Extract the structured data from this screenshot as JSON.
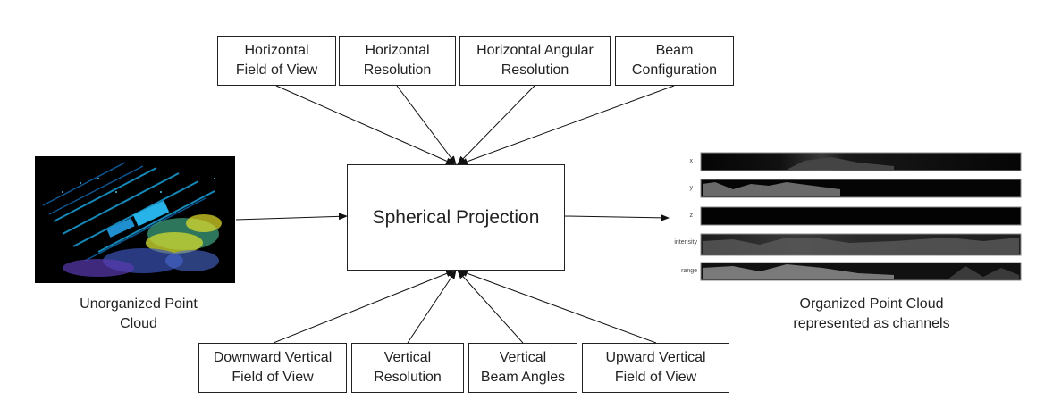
{
  "top_params": [
    {
      "id": "hfov",
      "lines": [
        "Horizontal",
        "Field of View"
      ]
    },
    {
      "id": "hres",
      "lines": [
        "Horizontal",
        "Resolution"
      ]
    },
    {
      "id": "hang",
      "lines": [
        "Horizontal Angular",
        "Resolution"
      ]
    },
    {
      "id": "beam",
      "lines": [
        "Beam",
        "Configuration"
      ]
    }
  ],
  "bottom_params": [
    {
      "id": "dvfov",
      "lines": [
        "Downward Vertical",
        "Field of View"
      ]
    },
    {
      "id": "vres",
      "lines": [
        "Vertical",
        "Resolution"
      ]
    },
    {
      "id": "vbeam",
      "lines": [
        "Vertical",
        "Beam Angles"
      ]
    },
    {
      "id": "uvfov",
      "lines": [
        "Upward Vertical",
        "Field of View"
      ]
    }
  ],
  "center": {
    "label": "Spherical Projection"
  },
  "input": {
    "caption_lines": [
      "Unorganized Point",
      "Cloud"
    ]
  },
  "output": {
    "caption_lines": [
      "Organized Point Cloud",
      "represented as channels"
    ],
    "channels": [
      "x",
      "y",
      "z",
      "intensity",
      "range"
    ]
  }
}
